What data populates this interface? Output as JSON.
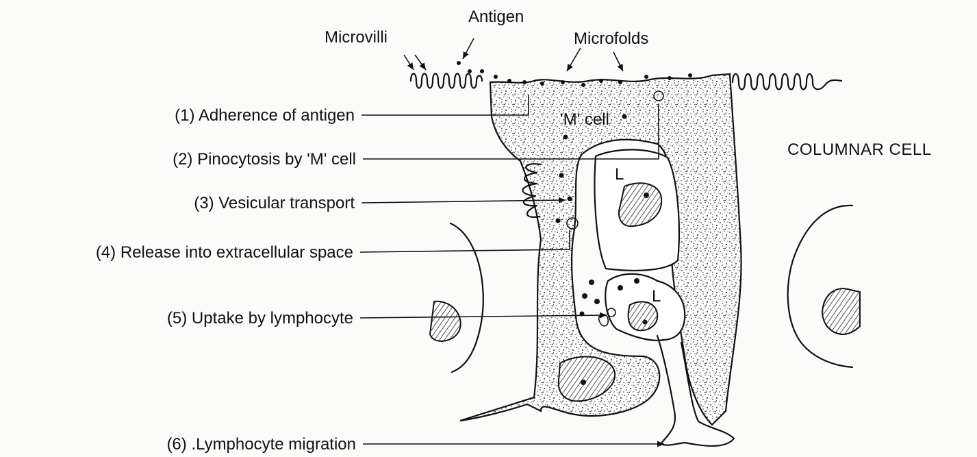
{
  "top_labels": {
    "microvilli": "Microvilli",
    "antigen": "Antigen",
    "microfolds": "Microfolds"
  },
  "cell_labels": {
    "m_cell": "'M' cell",
    "lymphocyte_1": "L",
    "lymphocyte_2": "L",
    "columnar_cell": "COLUMNAR CELL"
  },
  "steps": [
    {
      "text": "(1) Adherence of antigen"
    },
    {
      "text": "(2) Pinocytosis by 'M' cell"
    },
    {
      "text": "(3) Vesicular transport"
    },
    {
      "text": "(4) Release into extracellular space"
    },
    {
      "text": "(5) Uptake by lymphocyte"
    },
    {
      "text": "(6) .Lymphocyte migration"
    }
  ]
}
